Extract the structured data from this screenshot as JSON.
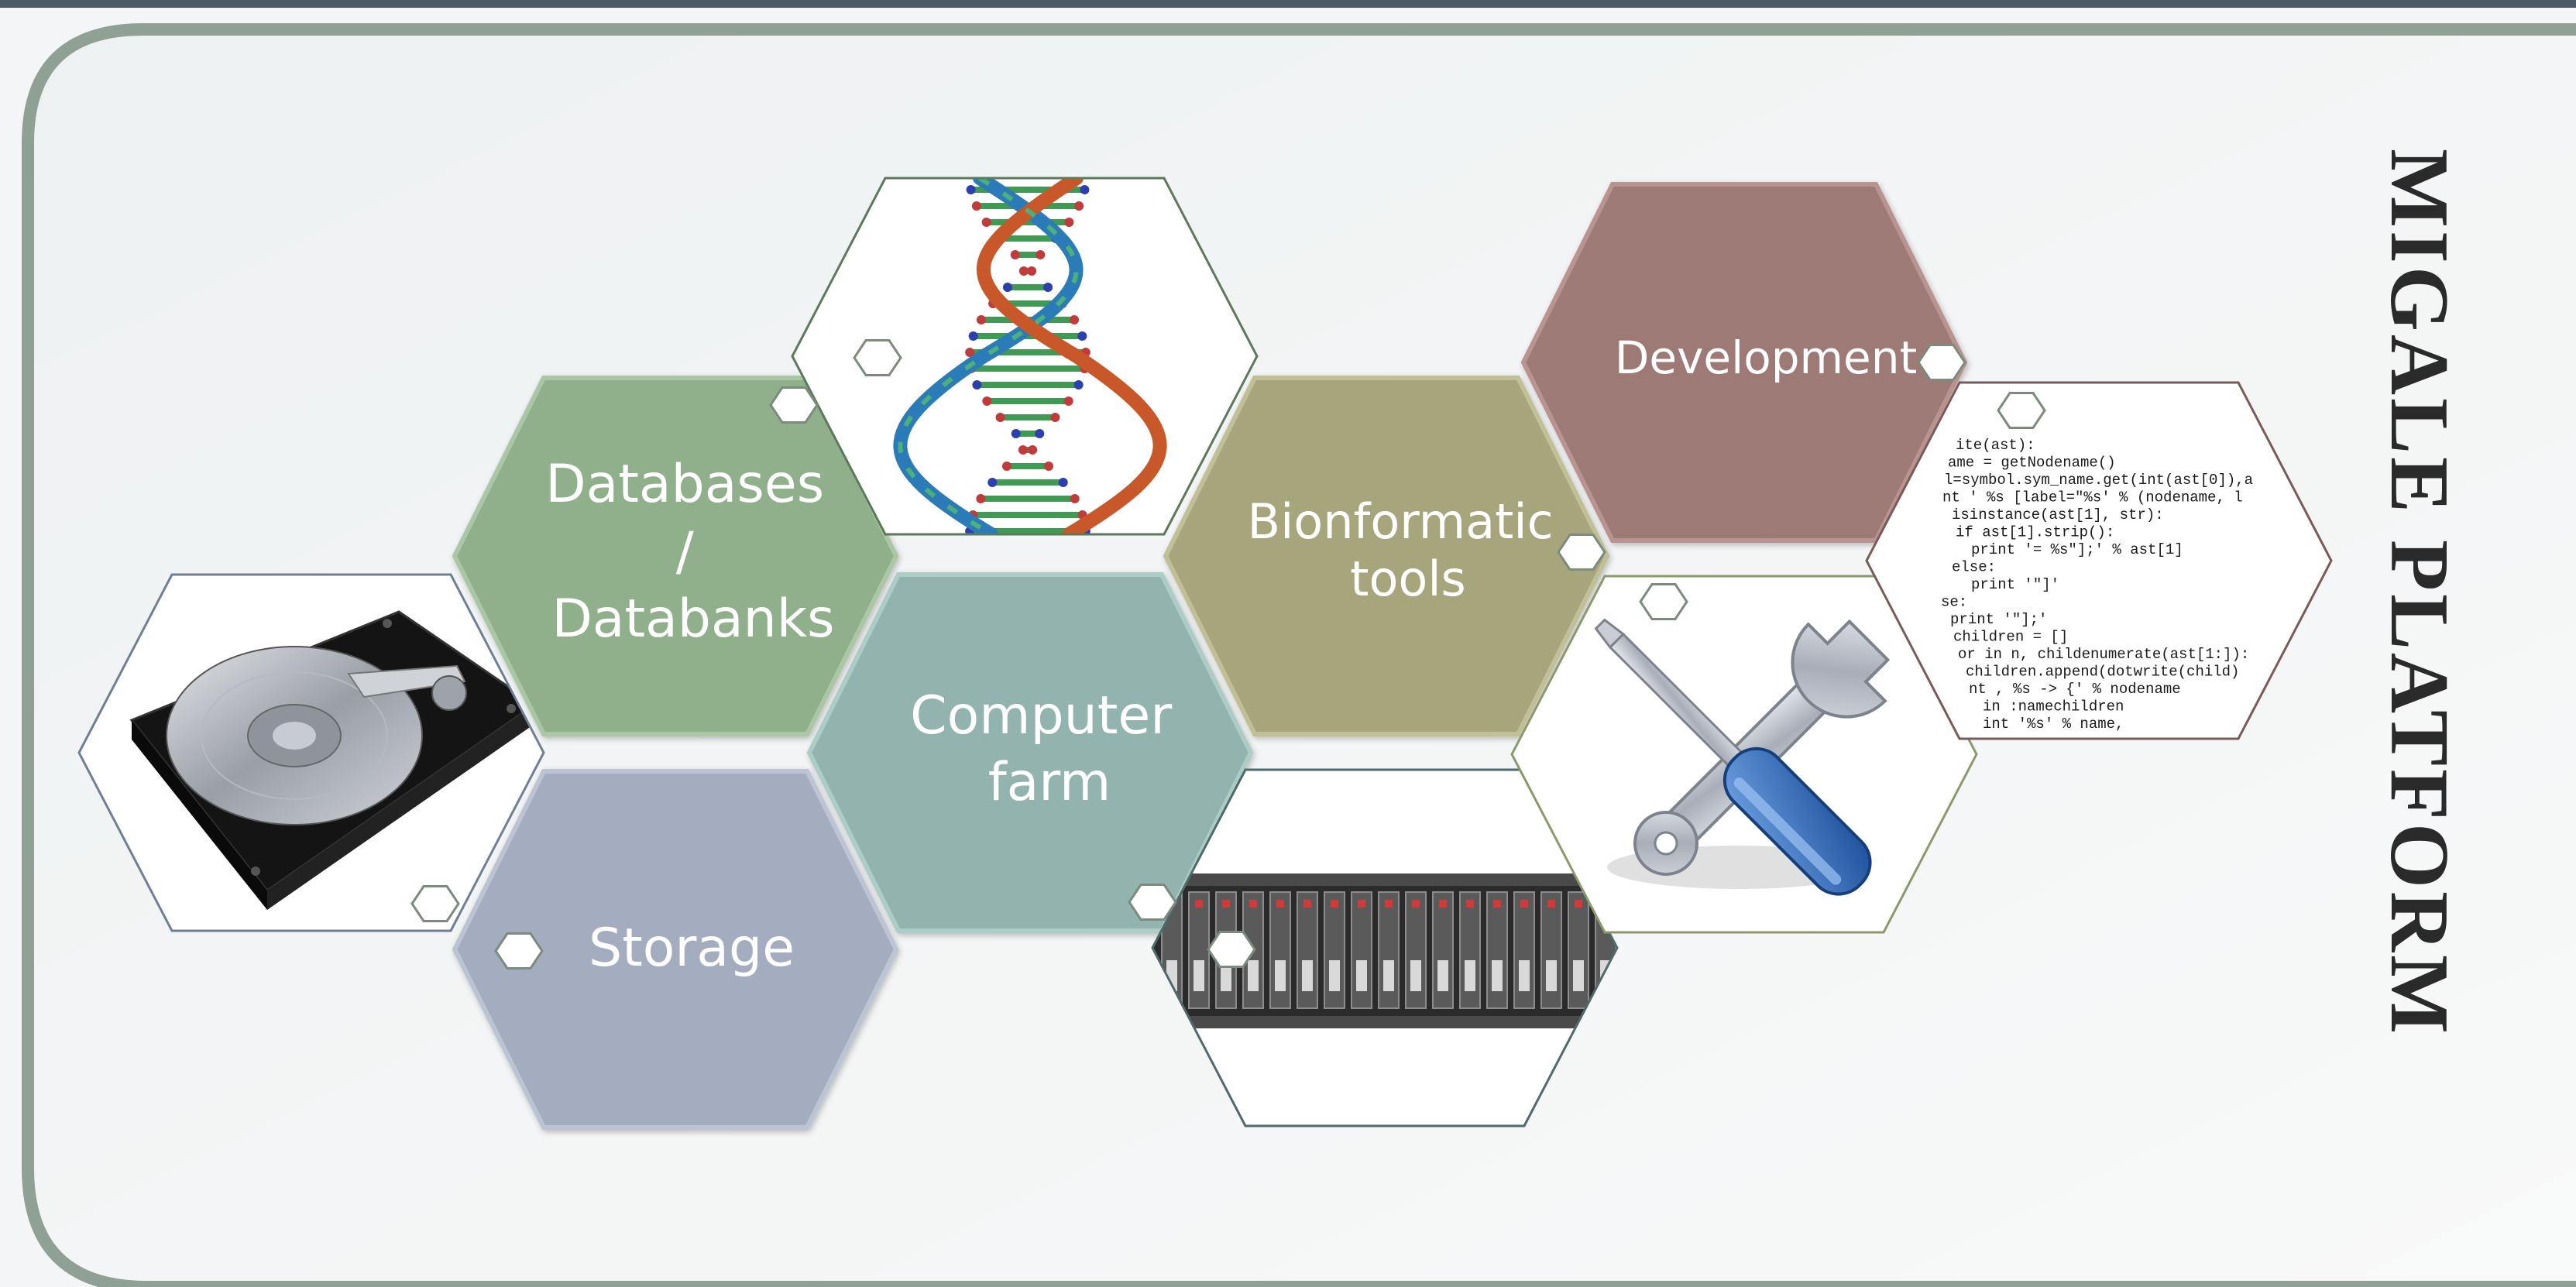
{
  "title": "MIGALE PLATFORM",
  "tiles": {
    "databases": {
      "lines": [
        "Databases",
        "/",
        "Databanks"
      ],
      "color": "#8fb08a"
    },
    "storage": {
      "lines": [
        "Storage"
      ],
      "color": "#a3adbf"
    },
    "computer_farm": {
      "lines": [
        "Computer",
        "farm"
      ],
      "color": "#93b4ae"
    },
    "bioinformatic_tools": {
      "lines": [
        "Bionformatic",
        "tools"
      ],
      "color": "#a7a57c"
    },
    "development": {
      "lines": [
        "Development"
      ],
      "color": "#9e7a76"
    }
  },
  "image_tiles": [
    {
      "name": "hard-drive-image"
    },
    {
      "name": "dna-helix-image"
    },
    {
      "name": "server-rack-image"
    },
    {
      "name": "tools-image"
    },
    {
      "name": "code-snippet-image"
    }
  ],
  "code_lines": [
    "ite(ast):",
    "ame = getNodename()",
    "l=symbol.sym_name.get(int(ast[0]),a",
    "nt '    %s [label=\"%s' % (nodename, l",
    "isinstance(ast[1], str):",
    "if ast[1].strip():",
    "   print '= %s\"];' % ast[1]",
    "else:",
    "   print '\"]'",
    "se:",
    "print '\"];'",
    "children = []",
    "or  in n, childenumerate(ast[1:]):",
    " children.append(dotwrite(child)",
    " nt ,    %s -> {' % nodename",
    "  in :namechildren",
    "  int '%s' % name,"
  ],
  "colors": {
    "frame": "#8fa095",
    "background": "#f3f5f6",
    "top_bar": "#4d5b66",
    "label_text": "#ffffff"
  }
}
